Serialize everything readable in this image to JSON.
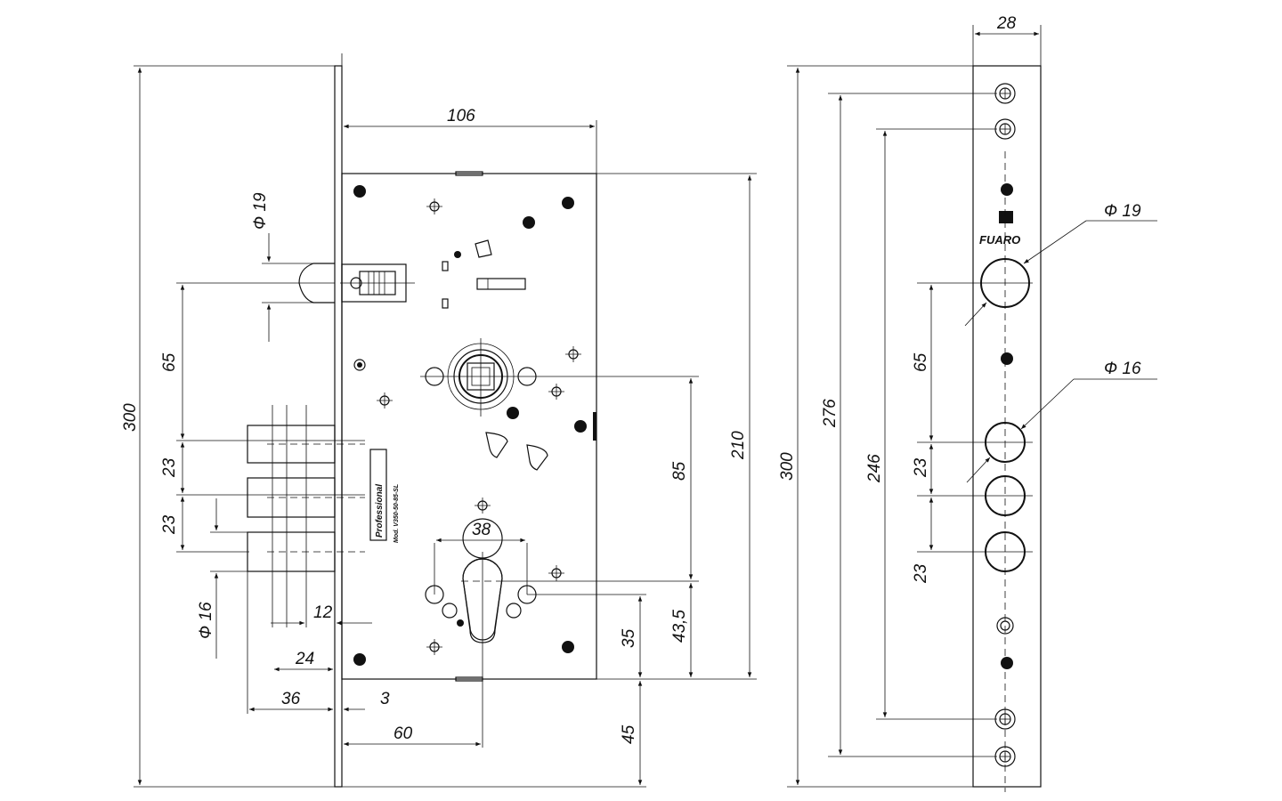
{
  "colors": {
    "line": "#111111",
    "background": "#ffffff"
  },
  "front_view": {
    "dimensions": {
      "width_106": "106",
      "diam_19": "Ф 19",
      "v_65": "65",
      "v_300": "300",
      "v_23_a": "23",
      "v_23_b": "23",
      "diam_16": "Ф 16",
      "d_12": "12",
      "d_24": "24",
      "d_36": "36",
      "d_3": "3",
      "d_60": "60",
      "d_38": "38",
      "v_85": "85",
      "v_210": "210",
      "v_35": "35",
      "v_43_5": "43,5",
      "v_45": "45"
    },
    "label_brand": "Professional",
    "label_model": "Mod. V350-50-85-SL"
  },
  "side_view": {
    "dimensions": {
      "width_28": "28",
      "v_300": "300",
      "v_276": "276",
      "v_246": "246",
      "v_65": "65",
      "v_23_a": "23",
      "v_23_b": "23",
      "diam_19": "Ф 19",
      "diam_16": "Ф 16"
    },
    "brand_logo_text": "FUARO"
  }
}
